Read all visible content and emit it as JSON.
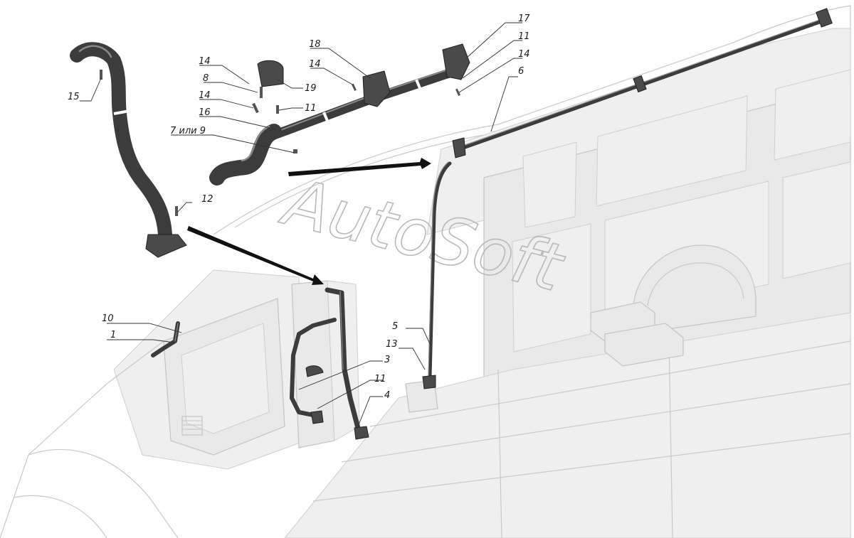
{
  "diagram": {
    "watermark": "AutoSoft",
    "callouts": [
      {
        "id": "c17",
        "text": "17"
      },
      {
        "id": "c11a",
        "text": "11"
      },
      {
        "id": "c14a",
        "text": "14"
      },
      {
        "id": "c6",
        "text": "6"
      },
      {
        "id": "c18",
        "text": "18"
      },
      {
        "id": "c14b",
        "text": "14"
      },
      {
        "id": "c14c",
        "text": "14"
      },
      {
        "id": "c8",
        "text": "8"
      },
      {
        "id": "c19",
        "text": "19"
      },
      {
        "id": "c14d",
        "text": "14"
      },
      {
        "id": "c11b",
        "text": "11"
      },
      {
        "id": "c16",
        "text": "16"
      },
      {
        "id": "c7or9",
        "text": "7 или 9"
      },
      {
        "id": "c15",
        "text": "15"
      },
      {
        "id": "c12",
        "text": "12"
      },
      {
        "id": "c10",
        "text": "10"
      },
      {
        "id": "c1",
        "text": "1"
      },
      {
        "id": "c5",
        "text": "5"
      },
      {
        "id": "c13",
        "text": "13"
      },
      {
        "id": "c3",
        "text": "3"
      },
      {
        "id": "c11c",
        "text": "11"
      },
      {
        "id": "c4",
        "text": "4"
      }
    ]
  }
}
